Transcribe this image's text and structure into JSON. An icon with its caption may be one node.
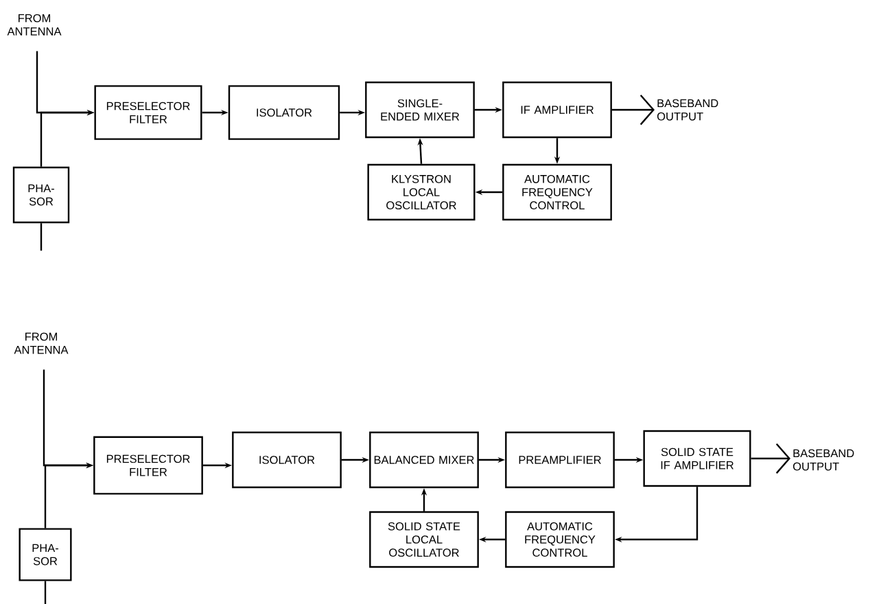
{
  "diagram": {
    "nodes": [
      {
        "text": [
          "FROM ANTENNA"
        ]
      },
      {
        "text": [
          "PRESELECTOR FILTER"
        ]
      },
      {
        "text": [
          "ISOLATOR"
        ]
      },
      {
        "text": [
          "SINGLE-ENDED MIXER"
        ]
      },
      {
        "text": [
          "IF AMPLIFIER"
        ]
      },
      {
        "text": [
          "BASEBAND OUTPUT"
        ]
      },
      {
        "text": [
          "PHA- SOR"
        ]
      },
      {
        "text": [
          "KLYSTRON LOCAL OSCILLATOR"
        ]
      },
      {
        "text": [
          "AUTOMATIC FREQUENCY CONTROL"
        ]
      },
      {
        "text": [
          "FROM ANTENNA"
        ]
      },
      {
        "text": [
          "PRESELECTOR FILTER"
        ]
      },
      {
        "text": [
          "ISOLATOR"
        ]
      },
      {
        "text": [
          "BALANCED MIXER"
        ]
      },
      {
        "text": [
          "PREAMPLIFIER"
        ]
      },
      {
        "text": [
          "SOLID STATE IF AMPLIFIER"
        ]
      },
      {
        "text": [
          "BASEBAND OUTPUT"
        ]
      },
      {
        "text": [
          "PHA- SOR"
        ]
      },
      {
        "text": [
          "SOLID STATE LOCAL OSCILLATOR"
        ]
      },
      {
        "text": [
          "AUTOMATIC FREQUENCY CONTROL"
        ]
      }
    ],
    "edges": [
      {
        "from": 0,
        "to": 1,
        "arrow": "to"
      },
      {
        "from": 6,
        "to": 1,
        "arrow": "to"
      },
      {
        "from": 1,
        "to": 2,
        "arrow": "to"
      },
      {
        "from": 2,
        "to": 3,
        "arrow": "to"
      },
      {
        "from": 3,
        "to": 4,
        "arrow": "to"
      },
      {
        "from": 4,
        "to": 5,
        "arrow": "to"
      },
      {
        "from": 4,
        "to": 8,
        "arrow": "to"
      },
      {
        "from": 8,
        "to": 7,
        "arrow": "to"
      },
      {
        "from": 7,
        "to": 3,
        "arrow": "to"
      },
      {
        "from": 9,
        "to": 10,
        "arrow": "to"
      },
      {
        "from": 16,
        "to": 10,
        "arrow": "to"
      },
      {
        "from": 10,
        "to": 11,
        "arrow": "to"
      },
      {
        "from": 11,
        "to": 12,
        "arrow": "to"
      },
      {
        "from": 12,
        "to": 13,
        "arrow": "to"
      },
      {
        "from": 13,
        "to": 14,
        "arrow": "to"
      },
      {
        "from": 14,
        "to": 15,
        "arrow": "to"
      },
      {
        "from": 14,
        "to": 18,
        "arrow": "to"
      },
      {
        "from": 18,
        "to": 17,
        "arrow": "to"
      },
      {
        "from": 17,
        "to": 12,
        "arrow": "to"
      }
    ]
  }
}
